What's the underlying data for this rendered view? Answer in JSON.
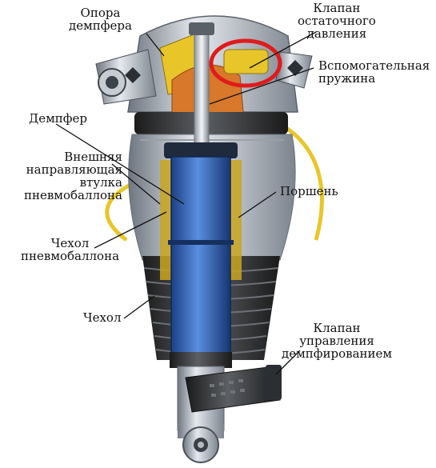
{
  "labels": {
    "damper_mount": "Опора\nдемпфера",
    "residual_valve": "Клапан\nостаточного\nдавления",
    "aux_spring": "Вспомогательная\nпружина",
    "damper": "Демпфер",
    "outer_sleeve": "Внешняя\nнаправляющая\nвтулка\nпневмобаллона",
    "piston": "Поршень",
    "bellows_cover": "Чехол\nпневмобаллона",
    "cover": "Чехол",
    "damping_valve": "Клапан\nуправления\nдемпфированием"
  },
  "colors": {
    "highlight_ring": "#e01b1b",
    "damper_body": "#2c63b8",
    "yellow_part": "#e8c62a",
    "orange_part": "#d8782a"
  }
}
